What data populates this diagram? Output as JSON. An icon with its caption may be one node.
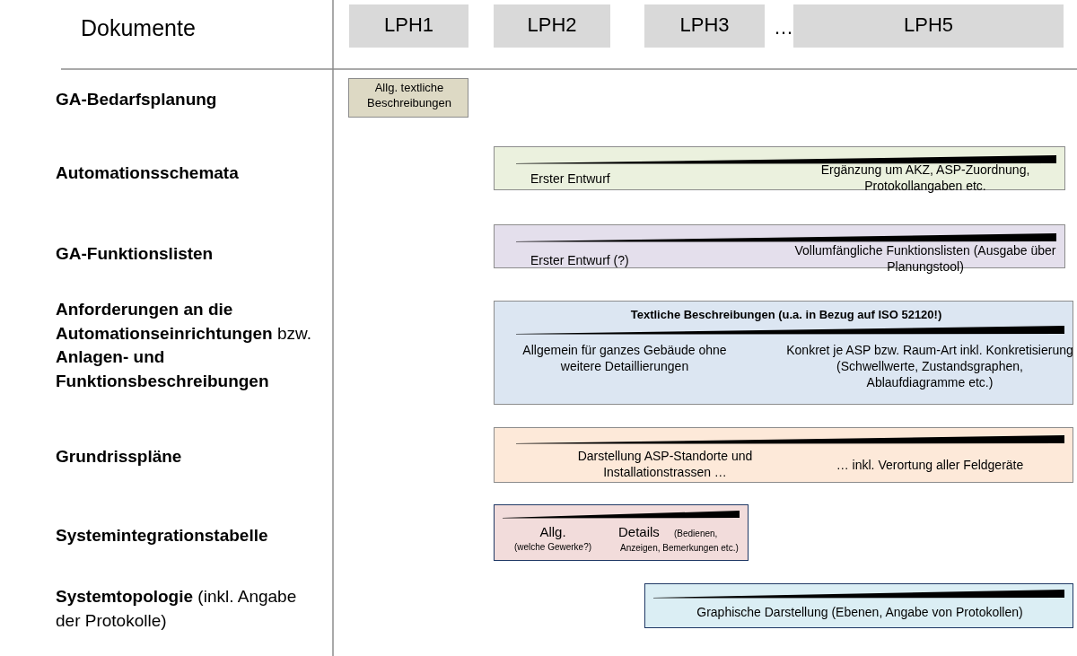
{
  "diagram": {
    "nodes": [
      {
        "text": [
          "LPH1"
        ]
      },
      {
        "text": [
          "LPH2"
        ]
      },
      {
        "text": [
          "LPH3"
        ]
      },
      {
        "text": [
          "LPH5"
        ]
      },
      {
        "text": [
          "Allg. textliche Beschreibungen"
        ]
      },
      {
        "text": [
          "Erster Entwurf",
          "Ergänzung um AKZ, ASP-Zuordnung, Protokollangaben etc."
        ]
      },
      {
        "text": [
          "Erster Entwurf (?)",
          "Vollumfängliche Funktionslisten (Ausgabe über Planungstool)"
        ]
      },
      {
        "text": [
          "Textliche Beschreibungen (u.a. in Bezug auf ISO 52120!)",
          "Allgemein für ganzes Gebäude ohne weitere Detaillierungen",
          "Konkret je ASP bzw. Raum-Art inkl. Konkretisierung (Schwellwerte, Zustandsgraphen, Ablaufdiagramme etc.)"
        ]
      },
      {
        "text": [
          "Darstellung ASP-Standorte und Installationstrassen …",
          "… inkl. Verortung aller Feldgeräte"
        ]
      },
      {
        "text": [
          "Allg.",
          "(welche Gewerke?)",
          "Details",
          "(Bedienen, Anzeigen, Bemerkungen etc.)"
        ]
      },
      {
        "text": [
          "Graphische Darstellung (Ebenen, Angabe von Protokollen)"
        ]
      }
    ],
    "edges": [],
    "labels": [
      "Dokumente",
      "…",
      "GA-Bedarfsplanung",
      "Automationsschemata",
      "GA-Funktionslisten",
      "**Anforderungen an die Automationseinrichtungen** bzw. **Anlagen- und Funktionsbeschreibungen**",
      "Grundrisspläne",
      "Systemintegrationstabelle",
      "**Systemtopologie** (inkl. Angabe der Protokolle)"
    ]
  }
}
